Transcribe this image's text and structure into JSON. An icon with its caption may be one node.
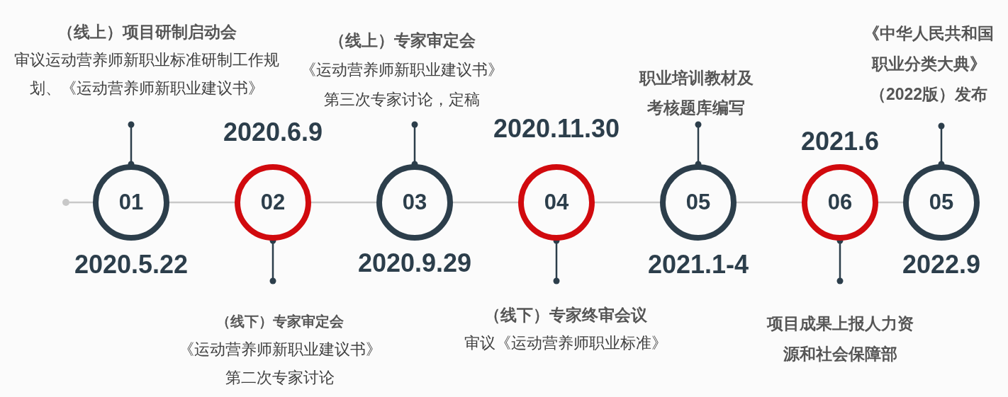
{
  "diagram": {
    "nodes": [
      {
        "text": [],
        "shape": "circle"
      },
      {
        "text": [
          "01"
        ],
        "beside": [
          "2020.5.22"
        ]
      },
      {
        "text": [
          "（线上）项目研制启动会",
          "审议运动营养师新职业标准研制工作规划、《运动营养师新职业建议书》"
        ]
      },
      {
        "text": [
          "02"
        ],
        "beside": [
          "2020.6.9"
        ]
      },
      {
        "text": [
          "（线下）专家审定会",
          "《运动营养师新职业建议书》第二次专家讨论"
        ]
      },
      {
        "text": [
          "03"
        ],
        "beside": [
          "2020.9.29"
        ]
      },
      {
        "text": [
          "（线上）专家审定会",
          "《运动营养师新职业建议书》第三次专家讨论，定稿"
        ]
      },
      {
        "text": [
          "04"
        ],
        "beside": [
          "2020.11.30"
        ]
      },
      {
        "text": [
          "（线下）专家终审会议",
          "审议《运动营养师职业标准》"
        ]
      },
      {
        "text": [
          "05"
        ],
        "beside": [
          "2021.1-4"
        ]
      },
      {
        "text": [
          "职业培训教材及考核题库编写"
        ]
      },
      {
        "text": [
          "06"
        ],
        "beside": [
          "2021.6"
        ]
      },
      {
        "text": [
          "项目成果上报人力资源和社会保障部"
        ]
      },
      {
        "text": [
          "05"
        ],
        "beside": [
          "2022.9"
        ]
      },
      {
        "text": [
          "《中华人民共和国职业分类大典》（2022版）发布"
        ]
      }
    ],
    "edges": [
      {
        "from": 0,
        "to": 1,
        "arrow": "none",
        "color": "#c8c8c8"
      },
      {
        "from": 1,
        "to": 3,
        "arrow": "none",
        "color": "#c8c8c8"
      },
      {
        "from": 3,
        "to": 5,
        "arrow": "none",
        "color": "#c8c8c8"
      },
      {
        "from": 5,
        "to": 7,
        "arrow": "none",
        "color": "#c8c8c8"
      },
      {
        "from": 7,
        "to": 9,
        "arrow": "none",
        "color": "#c8c8c8"
      },
      {
        "from": 9,
        "to": 11,
        "arrow": "none",
        "color": "#c8c8c8"
      },
      {
        "from": 11,
        "to": 13,
        "arrow": "none",
        "color": "#c8c8c8"
      },
      {
        "from": 2,
        "to": 1,
        "arrow": "other",
        "color": "#2c3e4b"
      },
      {
        "from": 4,
        "to": 3,
        "arrow": "other",
        "color": "#2c3e4b"
      },
      {
        "from": 6,
        "to": 5,
        "arrow": "other",
        "color": "#2c3e4b"
      },
      {
        "from": 8,
        "to": 7,
        "arrow": "other",
        "color": "#2c3e4b"
      },
      {
        "from": 10,
        "to": 9,
        "arrow": "other",
        "color": "#2c3e4b"
      },
      {
        "from": 12,
        "to": 11,
        "arrow": "other",
        "color": "#2c3e4b"
      },
      {
        "from": 14,
        "to": 13,
        "arrow": "other",
        "color": "#2c3e4b"
      }
    ]
  }
}
